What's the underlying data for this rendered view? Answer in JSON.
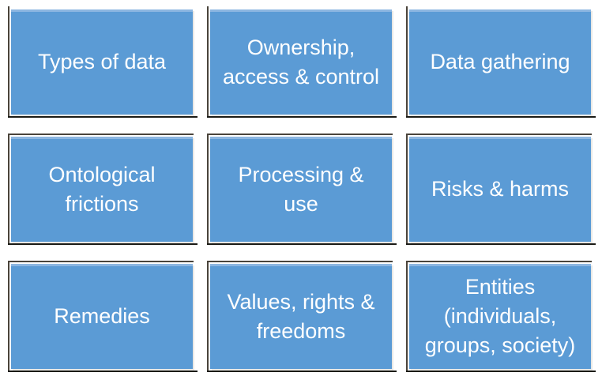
{
  "diagram": {
    "description": "3x3 grid of blue concept boxes",
    "colors": {
      "box_fill": "#5b9bd5",
      "box_fill_highlight": "#8cb6e1",
      "box_outline_dark": "#4a443b",
      "box_shadow_line": "#1b1b16",
      "box_halo": "#e9e8e5",
      "label_text": "#ffffff",
      "background": "#ffffff"
    },
    "boxes": [
      {
        "label": "Types of data"
      },
      {
        "label": "Ownership,\naccess & control"
      },
      {
        "label": "Data gathering"
      },
      {
        "label": "Ontological\nfrictions"
      },
      {
        "label": "Processing &\nuse"
      },
      {
        "label": "Risks & harms"
      },
      {
        "label": "Remedies"
      },
      {
        "label": "Values, rights &\nfreedoms"
      },
      {
        "label": "Entities\n(individuals,\ngroups, society)"
      }
    ]
  }
}
